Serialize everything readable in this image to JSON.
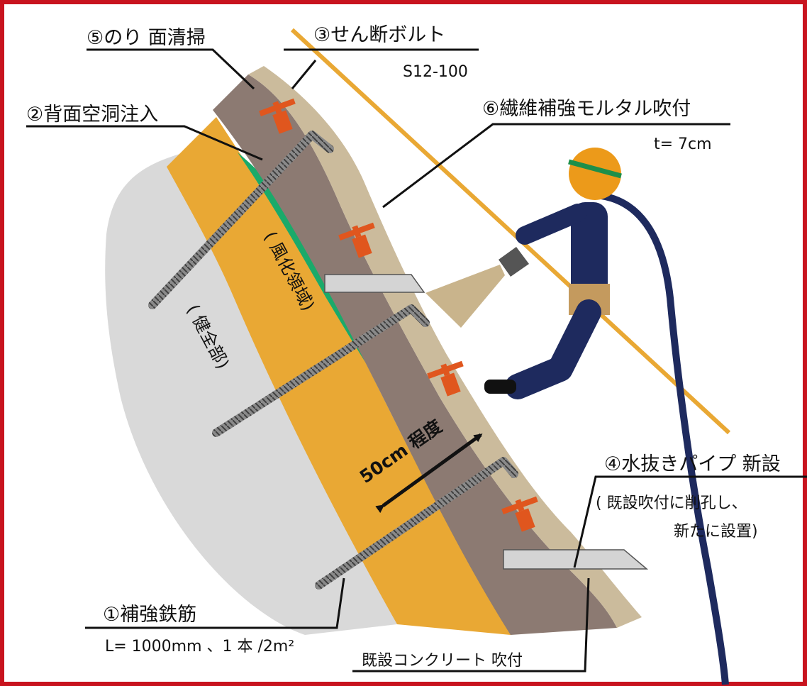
{
  "labels": {
    "face_cleaning": "⑤のり 面清掃",
    "shear_bolt": "③せん断ボルト",
    "shear_bolt_spec": "S12-100",
    "cavity_injection": "②背面空洞注入",
    "fiber_mortar": "⑥繊維補強モルタル吹付",
    "fiber_mortar_spec": "t= 7cm",
    "weathered_zone": "( 風化領域)",
    "sound_zone": "( 健全部)",
    "thickness_note": "50cm 程度",
    "drain_pipe": "④水抜きパイプ 新設",
    "drain_pipe_note_1": "( 既設吹付に削孔し、",
    "drain_pipe_note_2": "新たに設置)",
    "rebar": "①補強鉄筋",
    "rebar_spec": "L= 1000mm 、1 本 /2m²",
    "existing_shotcrete": "既設コンクリート 吹付"
  },
  "colors": {
    "frame": "#c8141e",
    "sound_rock": "#d9d9d9",
    "weathered": "#e9a834",
    "cavity_fill": "#1aaa6a",
    "existing_layer": "#8c7a72",
    "new_mortar": "#cbbb9c",
    "bolt": "#e0561e",
    "worker_suit": "#1e2a5e",
    "helmet": "#ec9a1a",
    "rope": "#e9a834",
    "rebar": "#7b7b7b"
  },
  "icons": [
    "helmet-icon",
    "worker-figure",
    "spray-nozzle-icon",
    "shear-bolt-icon",
    "rebar-icon",
    "drain-pipe-icon"
  ]
}
